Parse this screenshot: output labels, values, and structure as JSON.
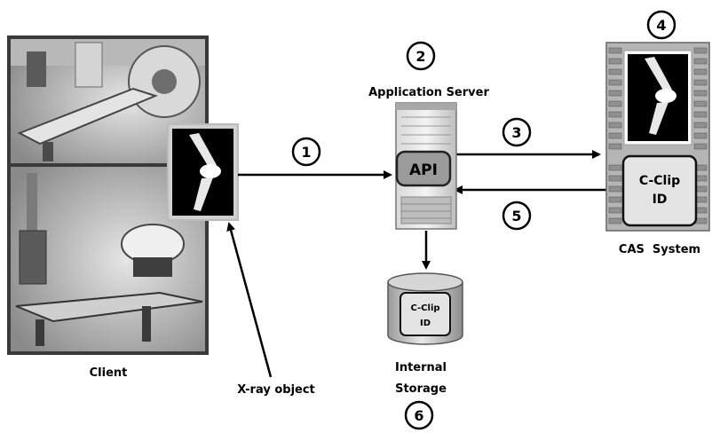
{
  "steps": {
    "s1": "1",
    "s2": "2",
    "s3": "3",
    "s4": "4",
    "s5": "5",
    "s6": "6"
  },
  "labels": {
    "application_server": "Application Server",
    "api": "API",
    "cas_system": "CAS  System",
    "cas_clip_line1": "C-Clip",
    "cas_clip_line2": "ID",
    "client": "Client",
    "xray_object": "X-ray object",
    "internal_storage_line1": "Internal",
    "internal_storage_line2": "Storage",
    "db_clip_line1": "C-Clip",
    "db_clip_line2": "ID"
  },
  "icons": {
    "client_photos": "medical-imaging-room-photos",
    "xray_thumb": "xray-bone-image",
    "server": "tower-server",
    "cas_rack": "storage-rack",
    "database": "database-cylinder"
  }
}
